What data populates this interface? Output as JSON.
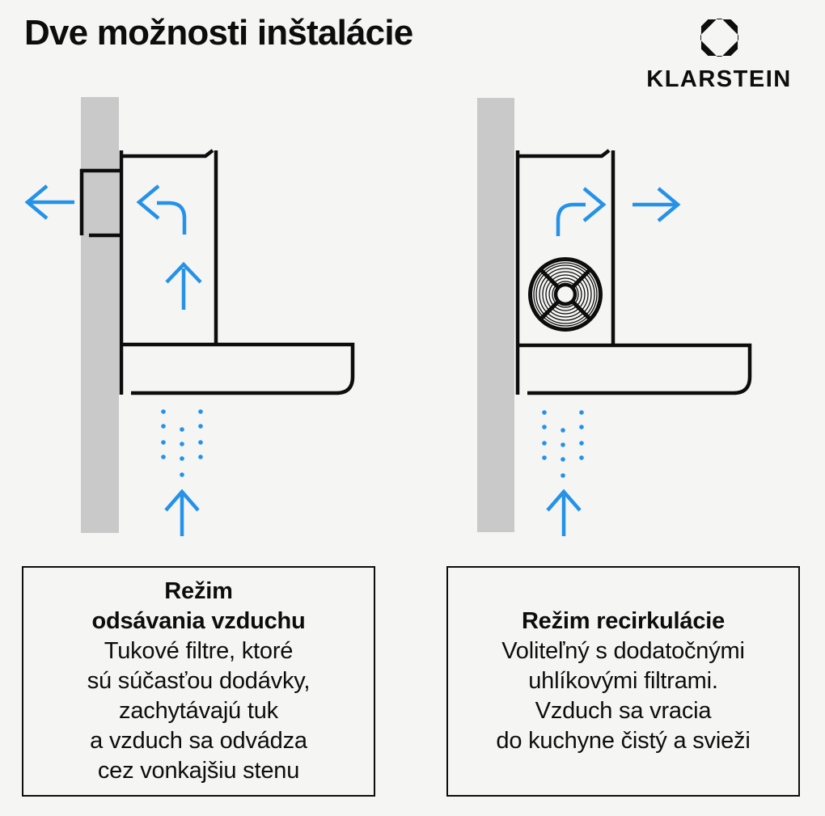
{
  "title": "Dve možnosti inštalácie",
  "brand": {
    "name": "KLARSTEIN",
    "logo_icon": "octagon-diamond-icon"
  },
  "colors": {
    "background": "#f5f5f4",
    "ink": "#0d0d0d",
    "wall_gray": "#c9c9c9",
    "arrow_blue": "#2492e8"
  },
  "diagrams": {
    "left": {
      "name": "extraction-mode-diagram",
      "icons": [
        "wall",
        "wall-duct",
        "cooker-hood-outline",
        "arrow-left",
        "arrow-bend-left",
        "arrow-up",
        "steam-dots",
        "arrow-up-intake"
      ]
    },
    "right": {
      "name": "recirculation-mode-diagram",
      "icons": [
        "wall",
        "cooker-hood-outline",
        "fan-grille",
        "arrow-bend-right",
        "arrow-right",
        "steam-dots",
        "arrow-up-intake"
      ]
    }
  },
  "boxes": {
    "left": {
      "heading_lines": [
        "Režim",
        "odsávania vzduchu"
      ],
      "body_lines": [
        "Tukové filtre, ktoré",
        "sú súčasťou dodávky,",
        "zachytávajú tuk",
        "a vzduch sa odvádza",
        "cez vonkajšiu stenu"
      ]
    },
    "right": {
      "heading_lines": [
        "Režim recirkulácie"
      ],
      "body_lines": [
        "Voliteľný s dodatočnými",
        "uhlíkovými filtrami.",
        "Vzduch sa vracia",
        "do kuchyne čistý a svieži"
      ]
    }
  }
}
